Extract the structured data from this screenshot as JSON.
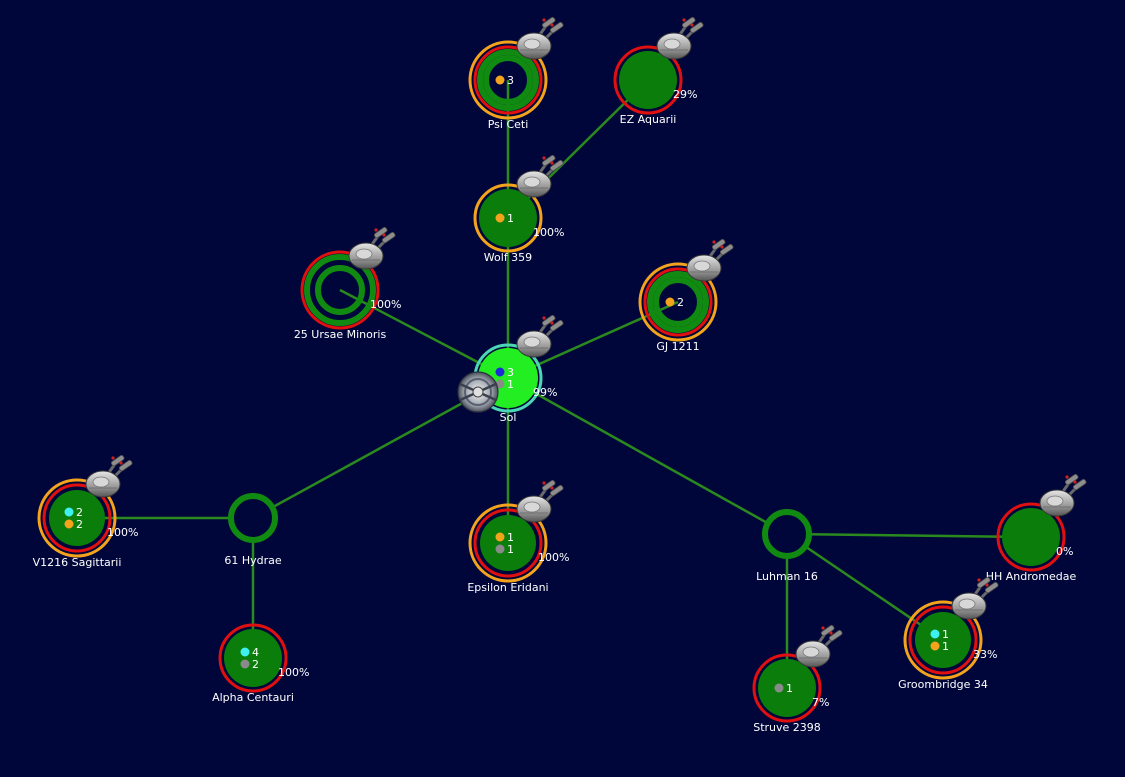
{
  "colors": {
    "background": "#00063a",
    "lane": "#2a8a1e",
    "planet": "#0b7d0b",
    "home_planet": "#22ee22",
    "ring_red": "#e01010",
    "ring_orange": "#f3a31c",
    "ring_green": "#118a11",
    "ring_cyan": "#4cd6b6",
    "pip_orange": "#f3a31c",
    "pip_cyan": "#3ef0f0",
    "pip_gray": "#8a8a8a",
    "pip_blue": "#1c2ad8"
  },
  "systems": [
    {
      "id": "sol",
      "name": "Sol",
      "percent": "99%",
      "planet": "home",
      "rings": [
        "cyan"
      ],
      "ship": true,
      "station": true,
      "pips": [
        {
          "color": "blue",
          "count": "3"
        },
        {
          "color": "gray",
          "count": "1"
        }
      ]
    },
    {
      "id": "wolf-359",
      "name": "Wolf 359",
      "percent": "100%",
      "planet": "colony",
      "rings": [
        "orange"
      ],
      "ship": true,
      "pips": [
        {
          "color": "orange",
          "count": "1"
        }
      ]
    },
    {
      "id": "psi-ceti",
      "name": "Psi Ceti",
      "percent": "",
      "planet": "none",
      "rings": [
        "orange",
        "red",
        "green"
      ],
      "ship": true,
      "pips": [
        {
          "color": "orange",
          "count": "3"
        }
      ]
    },
    {
      "id": "ez-aquarii",
      "name": "EZ Aquarii",
      "percent": "29%",
      "planet": "colony",
      "rings": [
        "red"
      ],
      "ship": true,
      "pips": []
    },
    {
      "id": "25-ursae-minoris",
      "name": "25 Ursae Minoris",
      "percent": "100%",
      "planet": "none",
      "rings": [
        "red",
        "green"
      ],
      "ship": true,
      "pips": []
    },
    {
      "id": "gj-1211",
      "name": "GJ 1211",
      "percent": "",
      "planet": "none",
      "rings": [
        "orange",
        "red",
        "green"
      ],
      "ship": true,
      "pips": [
        {
          "color": "orange",
          "count": "2"
        }
      ]
    },
    {
      "id": "61-hydrae",
      "name": "61 Hydrae",
      "percent": "",
      "planet": "none",
      "rings": [
        "green"
      ],
      "ship": false,
      "pips": []
    },
    {
      "id": "v1216-sagittarii",
      "name": "V1216 Sagittarii",
      "percent": "100%",
      "planet": "colony",
      "rings": [
        "orange",
        "red"
      ],
      "ship": true,
      "pips": [
        {
          "color": "cyan",
          "count": "2"
        },
        {
          "color": "orange",
          "count": "2"
        }
      ]
    },
    {
      "id": "alpha-centauri",
      "name": "Alpha Centauri",
      "percent": "100%",
      "planet": "colony",
      "rings": [
        "red"
      ],
      "ship": false,
      "pips": [
        {
          "color": "cyan",
          "count": "4"
        },
        {
          "color": "gray",
          "count": "2"
        }
      ]
    },
    {
      "id": "epsilon-eridani",
      "name": "Epsilon Eridani",
      "percent": "100%",
      "planet": "colony",
      "rings": [
        "orange",
        "red"
      ],
      "ship": true,
      "pips": [
        {
          "color": "orange",
          "count": "1"
        },
        {
          "color": "gray",
          "count": "1"
        }
      ]
    },
    {
      "id": "luhman-16",
      "name": "Luhman 16",
      "percent": "",
      "planet": "none",
      "rings": [
        "green"
      ],
      "ship": false,
      "pips": []
    },
    {
      "id": "hh-andromedae",
      "name": "HH Andromedae",
      "percent": "0%",
      "planet": "colony",
      "rings": [
        "red"
      ],
      "ship": true,
      "pips": []
    },
    {
      "id": "groombridge-34",
      "name": "Groombridge 34",
      "percent": "33%",
      "planet": "colony",
      "rings": [
        "orange",
        "red"
      ],
      "ship": true,
      "pips": [
        {
          "color": "cyan",
          "count": "1"
        },
        {
          "color": "orange",
          "count": "1"
        }
      ]
    },
    {
      "id": "struve-2398",
      "name": "Struve 2398",
      "percent": "7%",
      "planet": "colony",
      "rings": [
        "red"
      ],
      "ship": true,
      "pips": [
        {
          "color": "gray",
          "count": "1"
        }
      ]
    }
  ],
  "lanes": [
    [
      "sol",
      "wolf-359"
    ],
    [
      "wolf-359",
      "psi-ceti"
    ],
    [
      "wolf-359",
      "ez-aquarii"
    ],
    [
      "sol",
      "25-ursae-minoris"
    ],
    [
      "sol",
      "gj-1211"
    ],
    [
      "sol",
      "61-hydrae"
    ],
    [
      "61-hydrae",
      "v1216-sagittarii"
    ],
    [
      "61-hydrae",
      "alpha-centauri"
    ],
    [
      "sol",
      "epsilon-eridani"
    ],
    [
      "sol",
      "luhman-16"
    ],
    [
      "luhman-16",
      "hh-andromedae"
    ],
    [
      "luhman-16",
      "groombridge-34"
    ],
    [
      "luhman-16",
      "struve-2398"
    ]
  ]
}
